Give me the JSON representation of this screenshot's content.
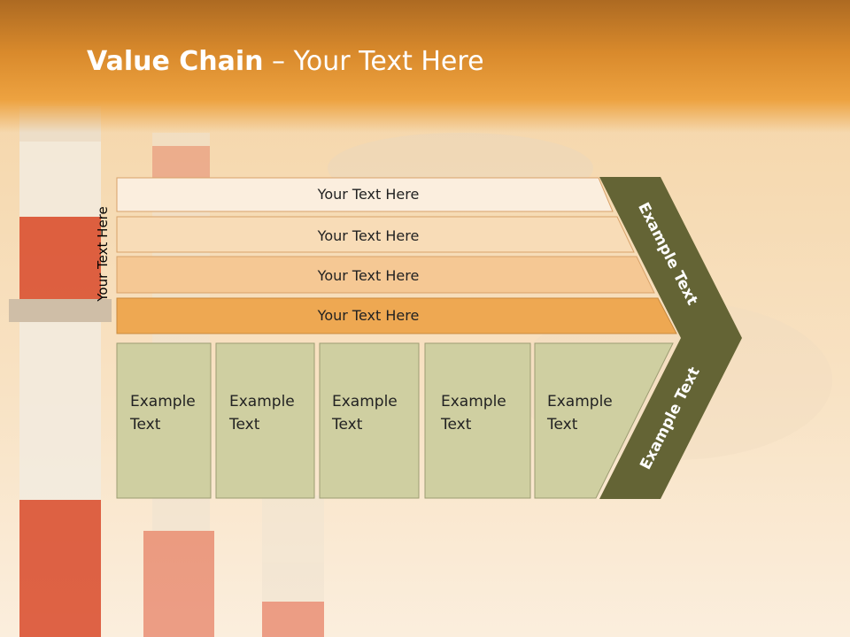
{
  "slide": {
    "title_bold": "Value Chain",
    "title_rest": " – Your Text Here",
    "side_label": "Your Text Here"
  },
  "bands": [
    {
      "label": "Your Text Here",
      "color": "#fbeede"
    },
    {
      "label": "Your Text Here",
      "color": "#f8dcb7"
    },
    {
      "label": "Your Text Here",
      "color": "#f5c894"
    },
    {
      "label": "Your Text Here",
      "color": "#eea852"
    }
  ],
  "boxes": [
    {
      "line1": "Example",
      "line2": "Text"
    },
    {
      "line1": "Example",
      "line2": "Text"
    },
    {
      "line1": "Example",
      "line2": "Text"
    },
    {
      "line1": "Example",
      "line2": "Text"
    },
    {
      "line1": "Example",
      "line2": "Text"
    }
  ],
  "arrow": {
    "upper_label": "Example Text",
    "lower_label": "Example Text",
    "color": "#646435"
  },
  "colors": {
    "box_fill": "#cfcfa1",
    "chimney_red": "#d94a2b",
    "chimney_white": "#f3ece0"
  }
}
